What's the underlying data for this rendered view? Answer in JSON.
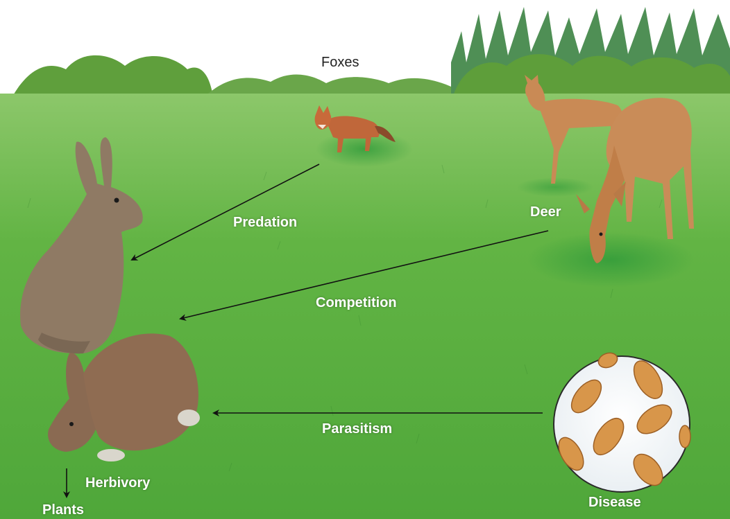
{
  "diagram": {
    "labels": {
      "foxes": "Foxes",
      "predation": "Predation",
      "deer": "Deer",
      "competition": "Competition",
      "parasitism": "Parasitism",
      "disease": "Disease",
      "herbivory": "Herbivory",
      "plants": "Plants"
    },
    "icons": {
      "fox": "fox-icon",
      "deer_standing": "deer-icon",
      "deer_grazing": "deer-icon",
      "rabbit_sitting": "rabbit-icon",
      "rabbit_crouching": "rabbit-icon",
      "pathogens": "pathogen-icon"
    },
    "colors": {
      "sky": "#ffffff",
      "grass": "#5fb73e",
      "grass_dark": "#3f9a2e",
      "trees": "#5d9d3a",
      "text_light": "#ffffff",
      "text_dark": "#222222",
      "arrow": "#111111"
    }
  }
}
